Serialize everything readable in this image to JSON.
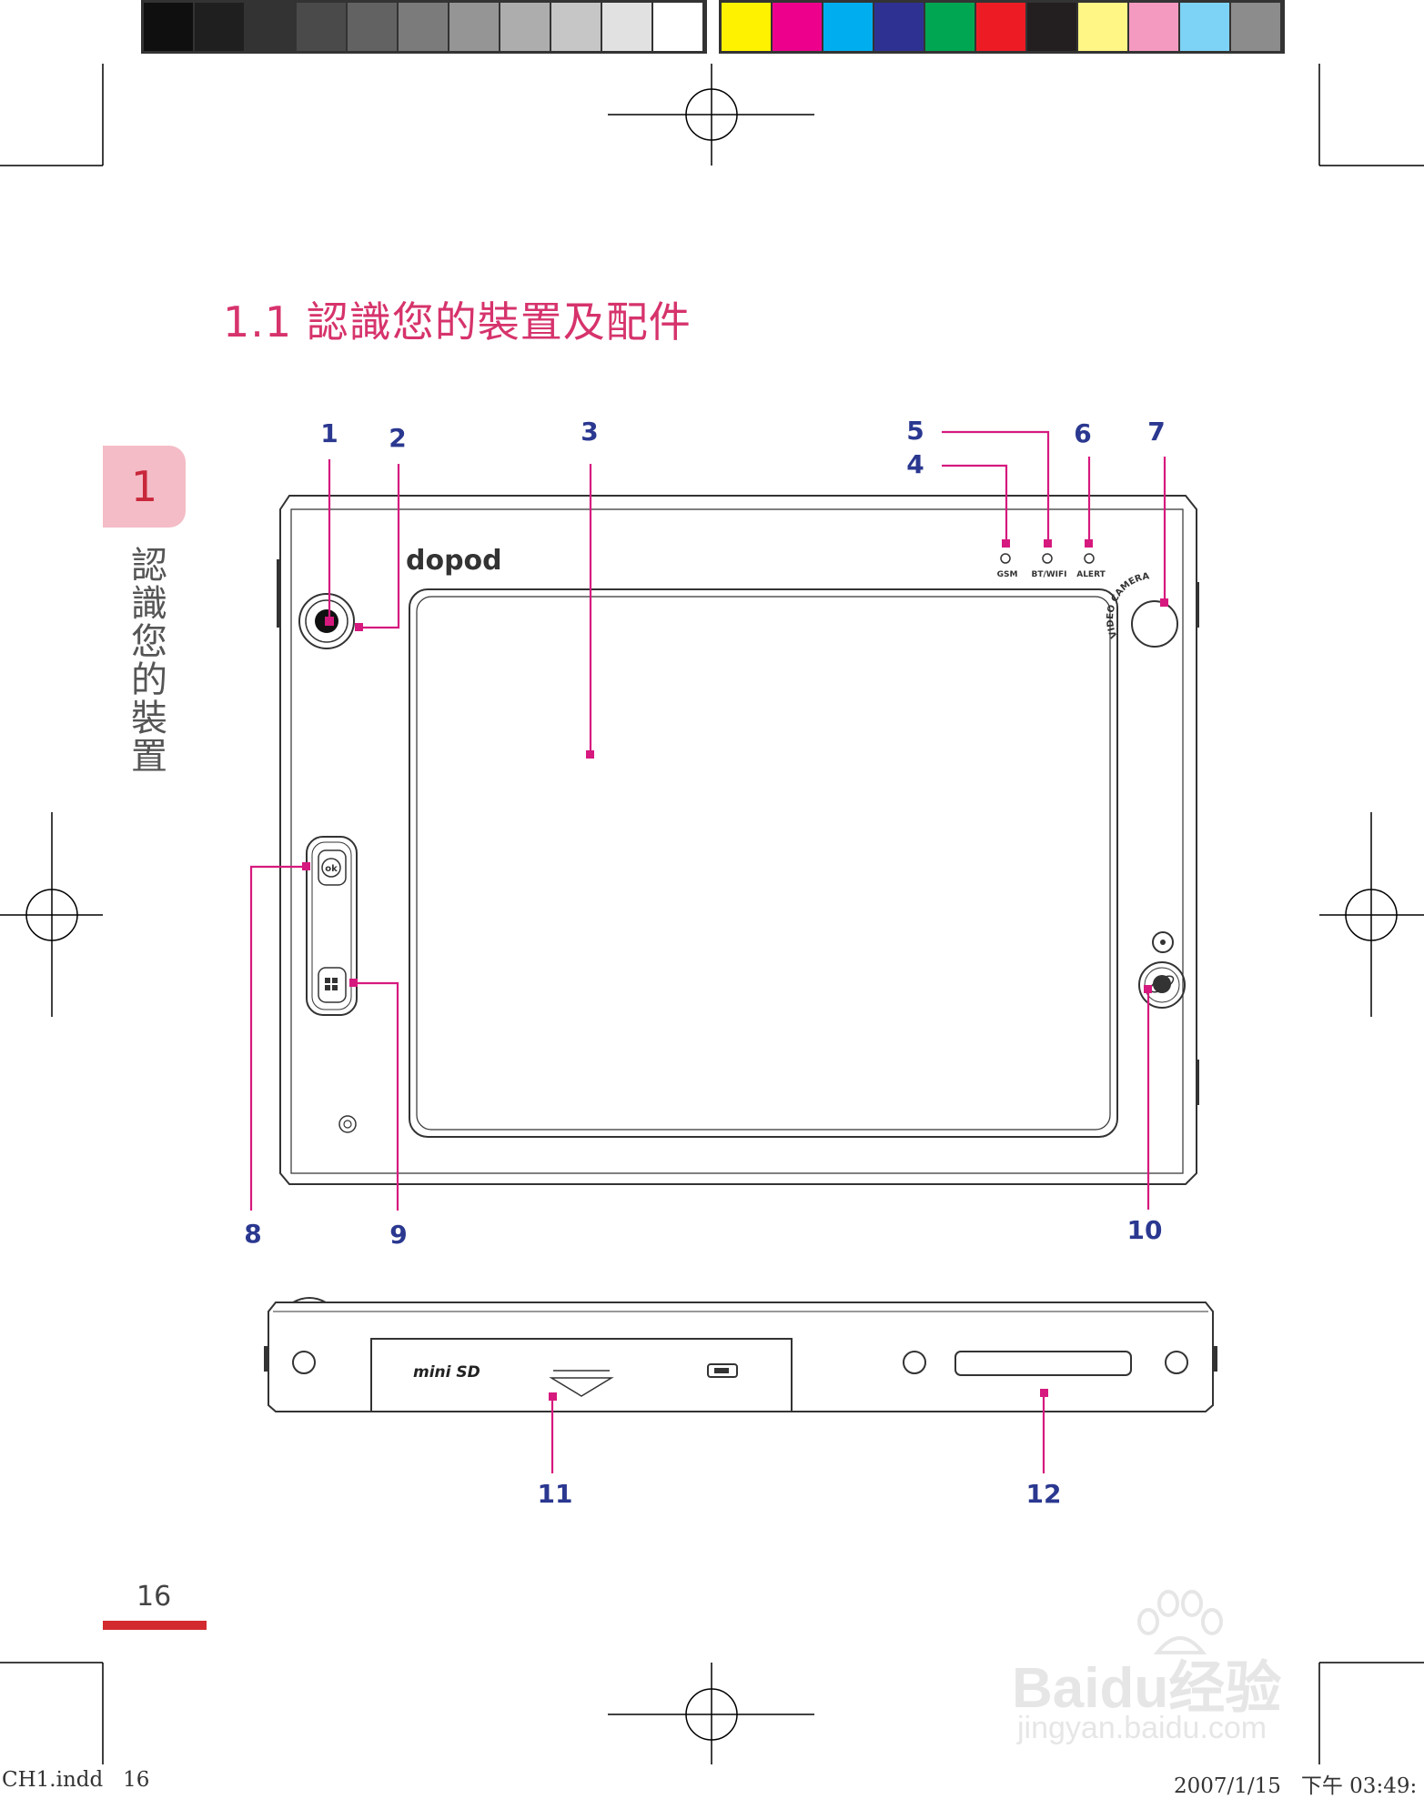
{
  "page_title": "1.1 認識您的裝置及配件",
  "chapter": {
    "number": "1",
    "title": "認識您的裝置"
  },
  "callouts": [
    "1",
    "2",
    "3",
    "4",
    "5",
    "6",
    "7",
    "8",
    "9",
    "10",
    "11",
    "12"
  ],
  "device": {
    "brand": "dopod",
    "led_labels": [
      "GSM",
      "BT/WIFI",
      "ALERT"
    ],
    "camera_label": "VIDEO CAMERA",
    "ok_button": "ok",
    "bottom_card_label": "mini SD"
  },
  "page_number": "16",
  "slug": {
    "file": "CH1.indd   16",
    "timestamp": "2007/1/15   下午 03:49:"
  },
  "watermark": {
    "logo": "Baidu经验",
    "url": "jingyan.baidu.com"
  },
  "colors": {
    "accent": "#d6336c",
    "callout_number": "#2a3890",
    "leader_line": "#d6197e",
    "chapter_tab": "#f4bcc6",
    "page_bar": "#d22a2e"
  },
  "color_bar": {
    "grays": [
      "#0f0f0f",
      "#1f1f1f",
      "#333333",
      "#4a4a4a",
      "#626262",
      "#7b7b7b",
      "#959595",
      "#adadad",
      "#c6c6c6",
      "#e1e1e1",
      "#ffffff"
    ],
    "colors": [
      "#fff200",
      "#ec008c",
      "#00aeef",
      "#2e3192",
      "#00a651",
      "#ed1c24",
      "#231f20",
      "#fff685",
      "#f49ac1",
      "#7dd3f5",
      "#8c8c8c"
    ]
  }
}
